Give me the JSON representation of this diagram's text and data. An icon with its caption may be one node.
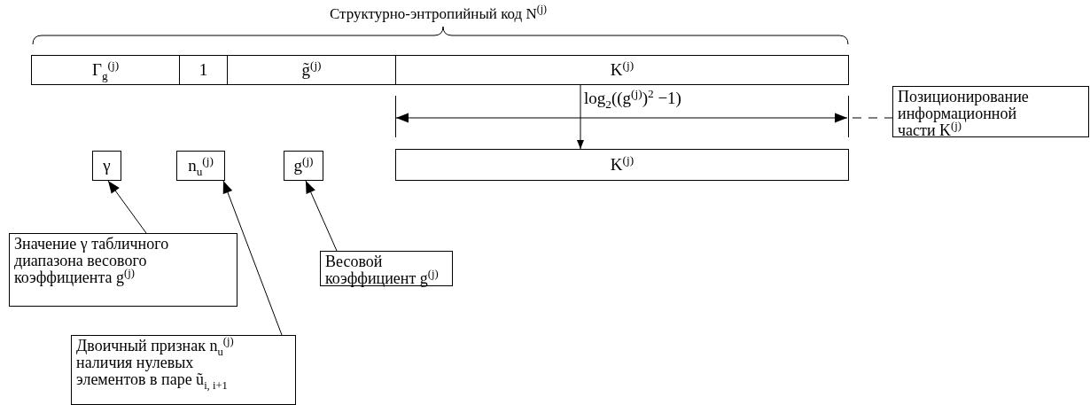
{
  "diagram": {
    "title": "Структурно-энтропийный код N$^{(j)}$",
    "nodes": [
      {
        "text": [
          "Γ$_{g}$$^{(j)}$"
        ]
      },
      {
        "text": [
          "1"
        ]
      },
      {
        "text": [
          "g̃$^{(j)}$"
        ]
      },
      {
        "text": [
          "K$^{(j)}$"
        ]
      },
      {
        "text": [
          "γ"
        ]
      },
      {
        "text": [
          "n$_{u}$$^{(j)}$"
        ]
      },
      {
        "text": [
          "g$^{(j)}$"
        ]
      },
      {
        "text": [
          "K$^{(j)}$"
        ]
      },
      {
        "text": [
          "Позиционирование информационной части K$^{(j)}$"
        ]
      },
      {
        "text": [
          "Значение γ табличного диапазона весового коэффициента g$^{(j)}$"
        ]
      },
      {
        "text": [
          "Весовой коэффициент g$^{(j)}$"
        ]
      },
      {
        "text": [
          "Двоичный признак n$_{u}$$^{(j)}$ наличия нулевых элементов в паре ũ$_{i, i+1}$"
        ]
      }
    ],
    "edges": [
      {
        "from": 3,
        "to": 7,
        "arrow": "to"
      },
      {
        "from": null,
        "to": 8,
        "arrow": "none",
        "style": "dashed"
      },
      {
        "from": 9,
        "to": 4,
        "arrow": "to"
      },
      {
        "from": 11,
        "to": 5,
        "arrow": "to"
      },
      {
        "from": 10,
        "to": 6,
        "arrow": "to"
      }
    ],
    "labels": [
      "log$_{2}$((g$^{(j)}$)$^{2}$ −1)"
    ]
  }
}
